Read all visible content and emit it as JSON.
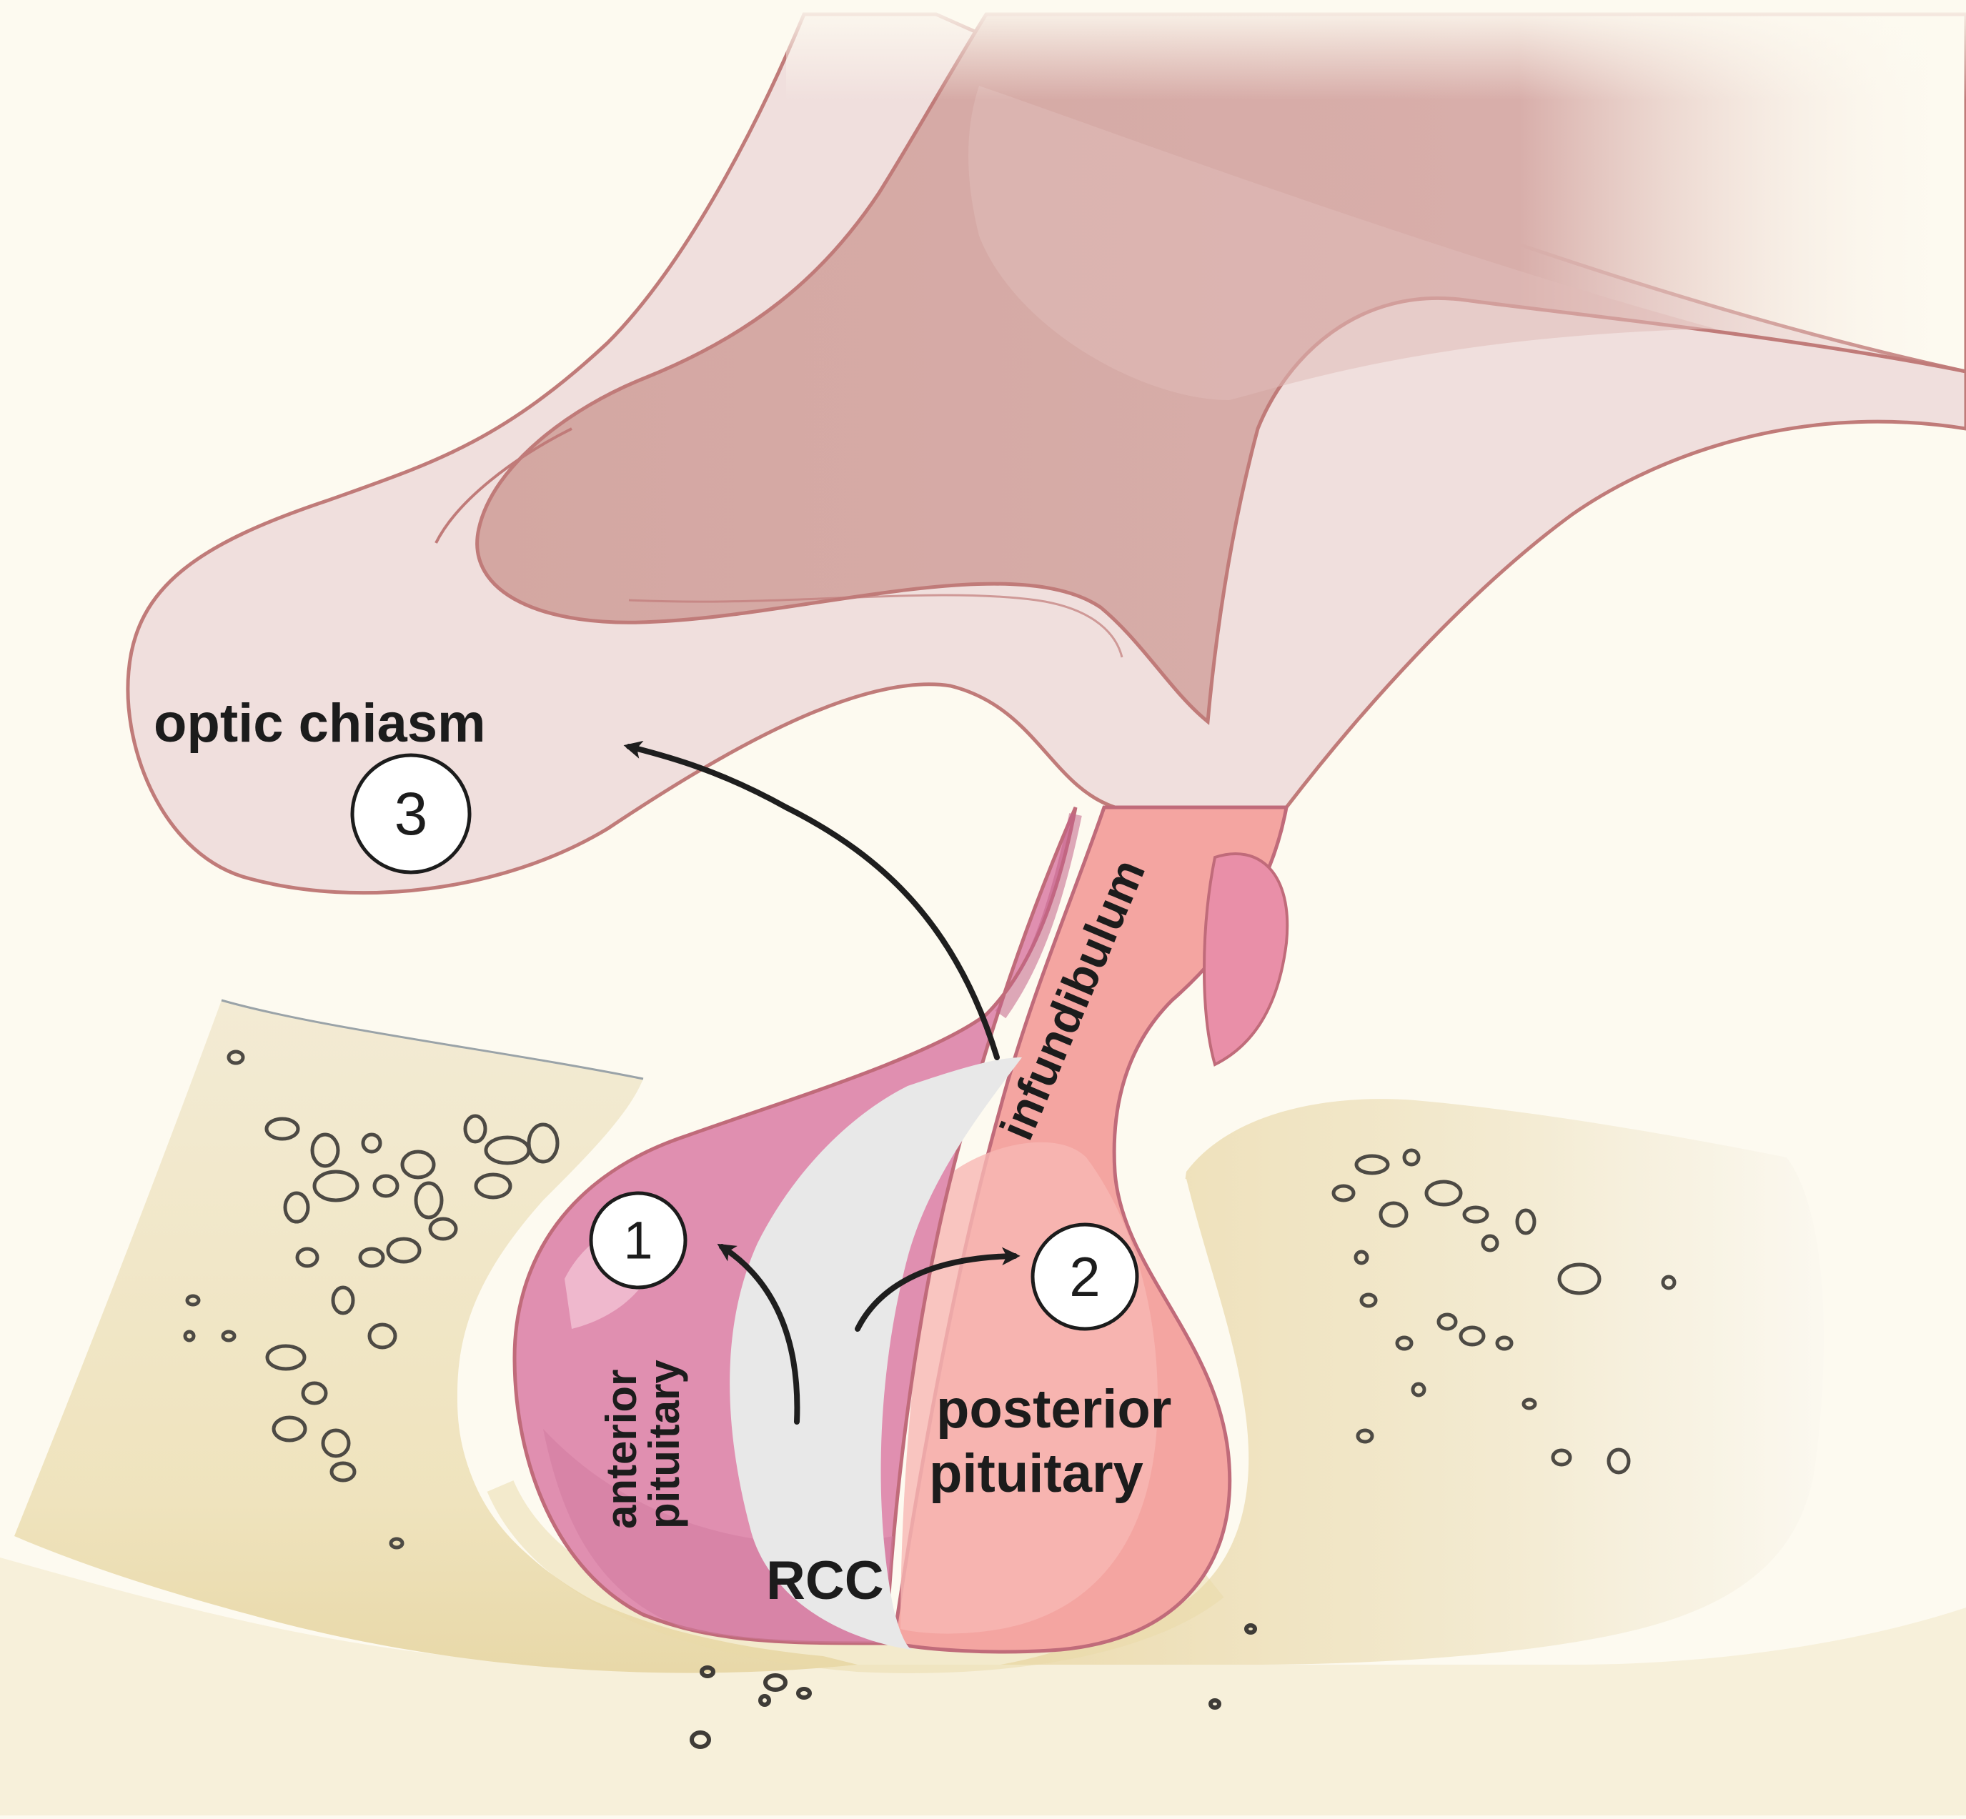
{
  "figure": {
    "labels": {
      "optic_chiasm": "optic chiasm",
      "infundibulum": "infundibulum",
      "anterior_1": "anterior",
      "anterior_2": "pituitary",
      "posterior_1": "posterior",
      "posterior_2": "pituitary",
      "rcc": "RCC"
    },
    "markers": {
      "one": "1",
      "two": "2",
      "three": "3"
    },
    "colors": {
      "background": "#fdfaf0",
      "bone": "#f4ecd2",
      "bone_shadow": "#e6d6a4",
      "chiasm": "#f0dfdd",
      "hypothalamus": "#d4a7a2",
      "outline": "#c07b79",
      "anterior": "#e08fb0",
      "posterior": "#f4a5a1",
      "rcc": "#e8e8e8"
    }
  }
}
